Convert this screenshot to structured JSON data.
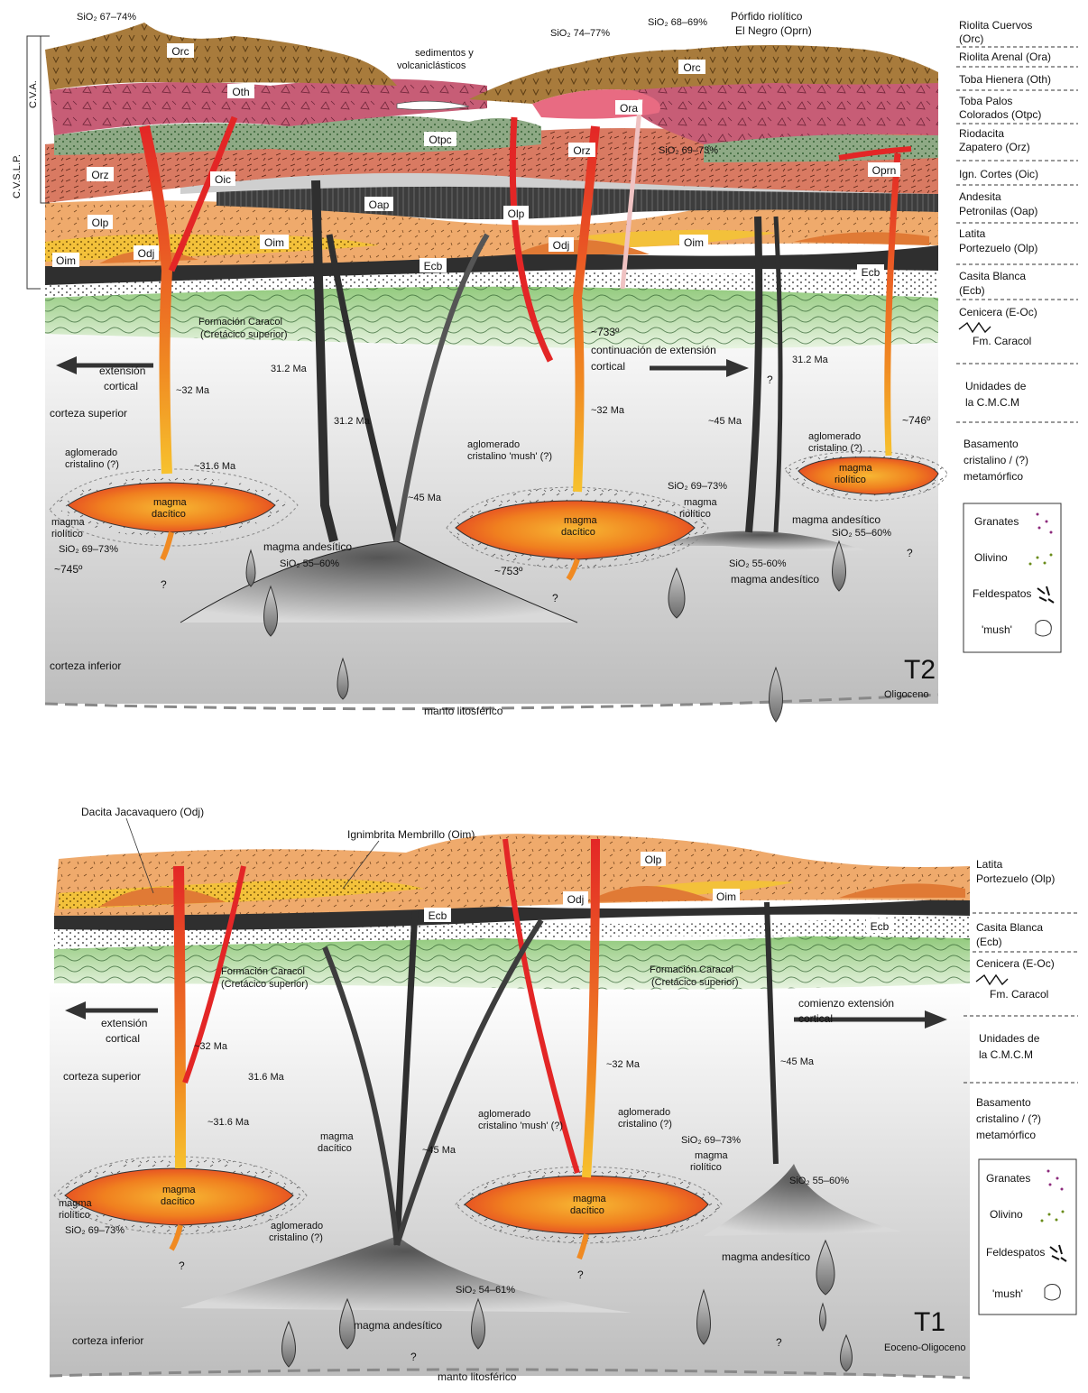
{
  "colors": {
    "rhyolite_orc": "#a87b3c",
    "pink_oth": "#c75d76",
    "green_otpc": "#8ea985",
    "salmon_orz": "#d97a62",
    "dark_oap": "#3d3d3d",
    "orange_olp": "#efaa6c",
    "yellow_oim": "#f3c13a",
    "orange_odj": "#e07a35",
    "black_ecb": "#2f2f2f",
    "green_caracol": "#a6cf8e",
    "magma_red": "#e32626",
    "magma_orange": "#f29a2c",
    "crust_grey": "#d6d6d6"
  },
  "t2": {
    "stage": "T2",
    "epoch": "Oligoceno",
    "labels": {
      "cvslp": "C.V.S.L.P.",
      "cva": "C.V.A.",
      "sio2_orc": "SiO₂ 67–74%",
      "sio2_ora": "SiO₂ 74–77%",
      "sio2_top_right": "SiO₂ 68–69%",
      "porfido": "Pórfido riolítico",
      "el_negro": "El Negro (Oprn)",
      "sedimentos": "sedimentos y",
      "volcaniclasticos": "volcaniclásticos",
      "sio2_orz": "SiO₂ 69–73%",
      "formacion_caracol": "Formación Caracol",
      "cretacico": "(Cretácico superior)",
      "t733": "~733º",
      "continuacion1": "continuación de extensión",
      "continuacion2": "cortical",
      "extension1": "extensión",
      "extension2": "cortical",
      "ma312_a": "31.2 Ma",
      "ma312_b": "31.2 Ma",
      "ma312_c": "31.2 Ma",
      "ma32_a": "~32 Ma",
      "ma32_b": "~32 Ma",
      "ma45_a": "~45 Ma",
      "ma45_b": "~45 Ma",
      "ma316": "~31.6 Ma",
      "corteza_superior": "corteza superior",
      "aglomerado1": "aglomerado",
      "aglomerado1b": "cristalino (?)",
      "aglomerado2": "aglomerado",
      "aglomerado2b": "cristalino 'mush' (?)",
      "aglomerado3": "aglomerado",
      "aglomerado3b": "cristalino (?)",
      "t746": "~746º",
      "magma": "magma",
      "dacitico": "dacítico",
      "riolitico": "riolítico",
      "magma_riolitico_left": "magma",
      "riolitico_left": "riolítico",
      "sio2_left": "SiO₂ 69–73%",
      "t745": "~745º",
      "magma_andesitico": "magma andesítico",
      "sio2_andesitic_c": "SiO₂ 55–60%",
      "sio2_mid": "SiO₂ 69–73%",
      "sio2_andesitic_r": "SiO₂ 55–60%",
      "sio2_andesitic_r2": "SiO₂ 55-60%",
      "magma_andesitico_r": "magma andesítico",
      "magma_andesitico_r2": "magma andesítico",
      "t753": "~753º",
      "q": "?",
      "corteza_inferior": "corteza inferior",
      "manto": "manto litosférico"
    },
    "units": {
      "Orc": "Orc",
      "Oth": "Oth",
      "Otpc": "Otpc",
      "Orz": "Orz",
      "Oic": "Oic",
      "Oap": "Oap",
      "Olp": "Olp",
      "Oim": "Oim",
      "Odj": "Odj",
      "Ecb": "Ecb",
      "Ora": "Ora",
      "Oprn": "Oprn"
    }
  },
  "legend_units": [
    {
      "line1": "Riolita Cuervos",
      "line2": "(Orc)"
    },
    {
      "line1": "Riolita Arenal (Ora)",
      "line2": ""
    },
    {
      "line1": "Toba Hienera (Oth)",
      "line2": ""
    },
    {
      "line1": "Toba Palos",
      "line2": "Colorados (Otpc)"
    },
    {
      "line1": "Riodacita",
      "line2": "Zapatero (Orz)"
    },
    {
      "line1": "Ign. Cortes (Oic)",
      "line2": ""
    },
    {
      "line1": "Andesita",
      "line2": "Petronilas (Oap)"
    },
    {
      "line1": "Latita",
      "line2": "Portezuelo (Olp)"
    },
    {
      "line1": "Casita Blanca",
      "line2": "(Ecb)"
    },
    {
      "line1": "Cenicera (E-Oc)",
      "line2": ""
    },
    {
      "line1": "Fm. Caracol",
      "line2": ""
    },
    {
      "line1": "Unidades de",
      "line2": "la C.M.C.M"
    },
    {
      "line1": "Basamento",
      "line2": "cristalino / (?)",
      "line3": "metamórfico"
    }
  ],
  "legend_minerals": {
    "granates": "Granates",
    "olivino": "Olivino",
    "feldespatos": "Feldespatos",
    "mush": "'mush'"
  },
  "t1": {
    "stage": "T1",
    "epoch": "Eoceno-Oligoceno",
    "labels": {
      "odj_title": "Dacita Jacavaquero (Odj)",
      "oim_title": "Ignimbrita Membrillo (Oim)",
      "formacion_caracol_a": "Formación Caracol",
      "cretacico_a": "(Cretácico superior)",
      "formacion_caracol_b": "Formación Caracol",
      "cretacico_b": "(Cretácico superior)",
      "extension1": "extensión",
      "extension2": "cortical",
      "comienzo1": "comienzo extensión",
      "comienzo2": "cortical",
      "ma32_a": "~32 Ma",
      "ma32_b": "~32 Ma",
      "ma316_a": "31.6 Ma",
      "ma316_b": "~31.6 Ma",
      "ma45_a": "~45 Ma",
      "ma45_b": "~45 Ma",
      "corteza_superior": "corteza superior",
      "magma": "magma",
      "dacitico": "dacítico",
      "riolitico": "riolítico",
      "aglomerado1": "aglomerado",
      "aglomerado1b": "cristalino 'mush' (?)",
      "aglomerado2": "aglomerado",
      "aglomerado2b": "cristalino (?)",
      "aglomerado3": "aglomerado",
      "aglomerado3b": "cristalino (?)",
      "sio2_left": "SiO₂ 69–73%",
      "sio2_mid": "SiO₂ 69–73%",
      "sio2_right": "SiO₂ 55–60%",
      "sio2_center": "SiO₂ 54–61%",
      "magma_andesitico_a": "magma andesítico",
      "magma_andesitico_b": "magma andesítico",
      "q": "?",
      "corteza_inferior": "corteza inferior",
      "manto": "manto litosférico"
    },
    "units": {
      "Olp": "Olp",
      "Odj": "Odj",
      "Oim": "Oim",
      "Ecb": "Ecb"
    }
  },
  "legend_t1_units": [
    {
      "line1": "Latita",
      "line2": "Portezuelo (Olp)"
    },
    {
      "line1": "Casita Blanca",
      "line2": "(Ecb)"
    },
    {
      "line1": "Cenicera (E-Oc)",
      "line2": ""
    },
    {
      "line1": "Fm. Caracol",
      "line2": ""
    },
    {
      "line1": "Unidades de",
      "line2": "la C.M.C.M"
    },
    {
      "line1": "Basamento",
      "line2": "cristalino / (?)",
      "line3": "metamórfico"
    }
  ]
}
